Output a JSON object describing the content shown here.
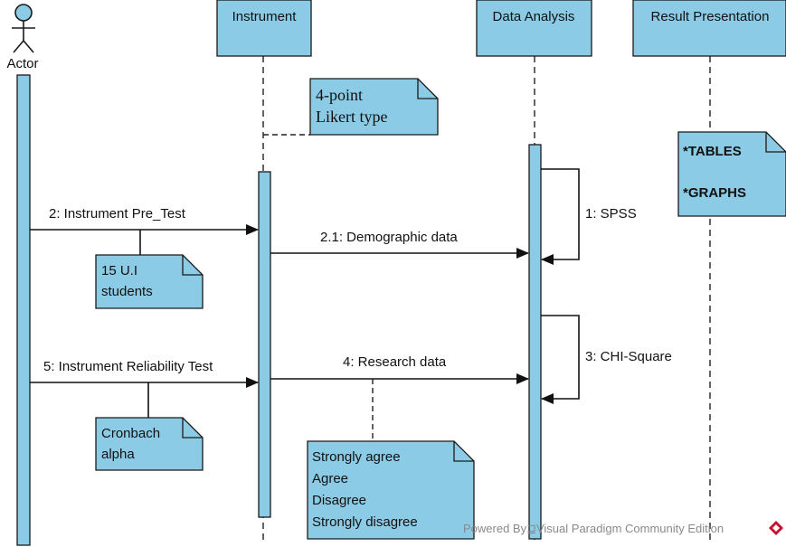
{
  "diagram": {
    "colors": {
      "fill": "#8ccbe6",
      "stroke": "#1a1a1a",
      "footer_icon": "#c8102e"
    },
    "lifelines": {
      "actor": "Actor",
      "instrument": "Instrument",
      "data_analysis": "Data Analysis",
      "result_presentation": "Result Presentation"
    },
    "messages": {
      "m1": "1: SPSS",
      "m2": "2: Instrument Pre_Test",
      "m2_1": "2.1: Demographic data",
      "m3": "3: CHI-Square",
      "m4": "4: Research data",
      "m5": "5: Instrument Reliability Test"
    },
    "notes": {
      "likert": [
        "4-point",
        "Likert type"
      ],
      "results": [
        "*TABLES",
        "*GRAPHS"
      ],
      "students": [
        "15 U.I",
        "students"
      ],
      "cronbach": [
        "Cronbach",
        "alpha"
      ],
      "scale": [
        "Strongly agree",
        "Agree",
        "Disagree",
        "Strongly disagree"
      ]
    },
    "footer": "Powered By⊒Visual Paradigm Community Edition"
  }
}
